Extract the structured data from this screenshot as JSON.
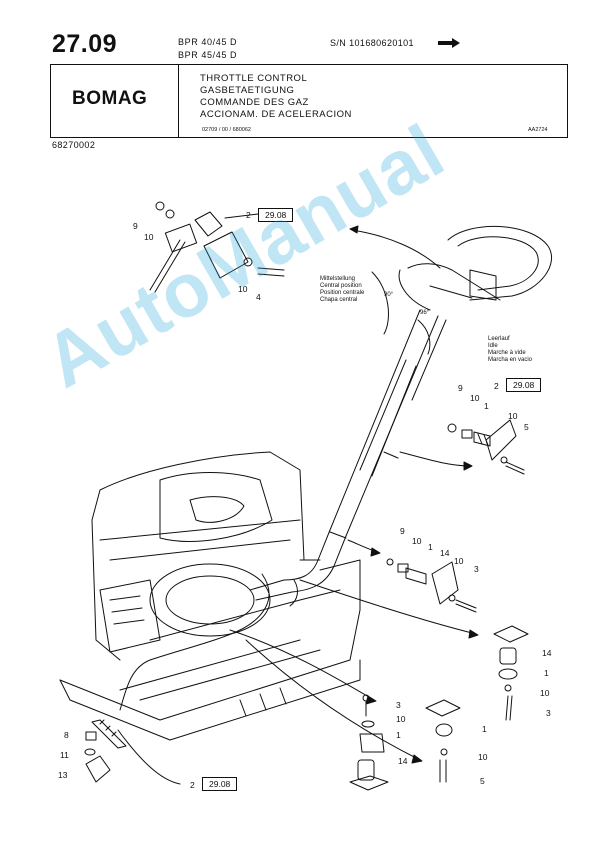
{
  "header": {
    "page_number": "27.09",
    "models": [
      "BPR 40/45 D",
      "BPR 45/45 D"
    ],
    "serial": "S/N 101680620101",
    "brand": "BOMAG",
    "titles": [
      "THROTTLE CONTROL",
      "GASBETAETIGUNG",
      "COMMANDE DES GAZ",
      "ACCIONAM. DE ACELERACION"
    ],
    "ref_code": "02709 / 00 / 680062",
    "drawing_code": "AA2724",
    "part_number": "68270002"
  },
  "annotations": {
    "central_position": [
      "Mittelstellung",
      "Central position",
      "Position centrale",
      "Chapa central"
    ],
    "idle": [
      "Leerlauf",
      "Idle",
      "Marche à vide",
      "Marcha en vacio"
    ],
    "angle_90": "90°",
    "angle_96": "96°"
  },
  "callouts": {
    "top_left": {
      "n2": "2",
      "ref": "29.08",
      "n9": "9",
      "n10a": "10",
      "n10b": "10",
      "n4": "4"
    },
    "right_upper": {
      "n9": "9",
      "n2": "2",
      "ref": "29.08",
      "n10a": "10",
      "n1": "1",
      "n10b": "10",
      "n5": "5"
    },
    "right_middle": {
      "n9": "9",
      "n10a": "10",
      "n1": "1",
      "n14": "14",
      "n10b": "10",
      "n3": "3"
    },
    "right_lower": {
      "n14": "14",
      "n1": "1",
      "n10": "10",
      "n3": "3"
    },
    "bottom_center": {
      "n3": "3",
      "n10": "10",
      "n1": "1",
      "n14": "14"
    },
    "bottom_right": {
      "n1": "1",
      "n10": "10",
      "n5": "5"
    },
    "bottom_left": {
      "n8": "8",
      "n11": "11",
      "n13": "13",
      "n2": "2",
      "ref": "29.08"
    }
  },
  "watermark": "AutoManual"
}
